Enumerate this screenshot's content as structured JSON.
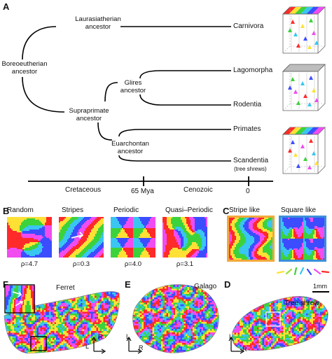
{
  "panels": {
    "A": "A",
    "B": "B",
    "C": "C",
    "D": "D",
    "E": "E",
    "F": "F"
  },
  "tree": {
    "nodes": {
      "laurasiatherian": "Laurasiatherian\nancestor",
      "boreoeutherian": "Boreoeutherian\nancestor",
      "glires": "Glires\nancestor",
      "supraprimate": "Supraprimate\nancestor",
      "euarchontan": "Euarchontan\nancestor"
    },
    "taxa": {
      "carnivora": "Carnivora",
      "lagomorpha": "Lagomorpha",
      "rodentia": "Rodentia",
      "primates": "Primates",
      "scandentia": "Scandentia",
      "scandentia_note": "(tree shrews)"
    },
    "timeline": {
      "cretaceous": "Cretaceous",
      "mya": "65 Mya",
      "cenozoic": "Cenozoic",
      "zero": "0"
    }
  },
  "patterns_B": [
    {
      "name": "Random",
      "rho": "ρ=4.7"
    },
    {
      "name": "Stripes",
      "rho": "ρ=0.3"
    },
    {
      "name": "Periodic",
      "rho": "ρ=4.0"
    },
    {
      "name": "Quasi–Periodic",
      "rho": "ρ=3.1"
    }
  ],
  "patterns_C": [
    {
      "name": "Stripe like",
      "frame_color": "#f2a93b"
    },
    {
      "name": "Square like",
      "frame_color": "#3b8fd9"
    }
  ],
  "maps": {
    "ferret": "Ferret",
    "galago": "Galago",
    "tree_shrew": "Tree shrew",
    "scale": "1mm",
    "axis_r": "R",
    "axis_l": "L"
  },
  "colors": {
    "red": "#ff2a2a",
    "yellow": "#ffe135",
    "green": "#3cd23c",
    "cyan": "#39c6f0",
    "blue": "#3b4dff",
    "magenta": "#f04cf0"
  }
}
